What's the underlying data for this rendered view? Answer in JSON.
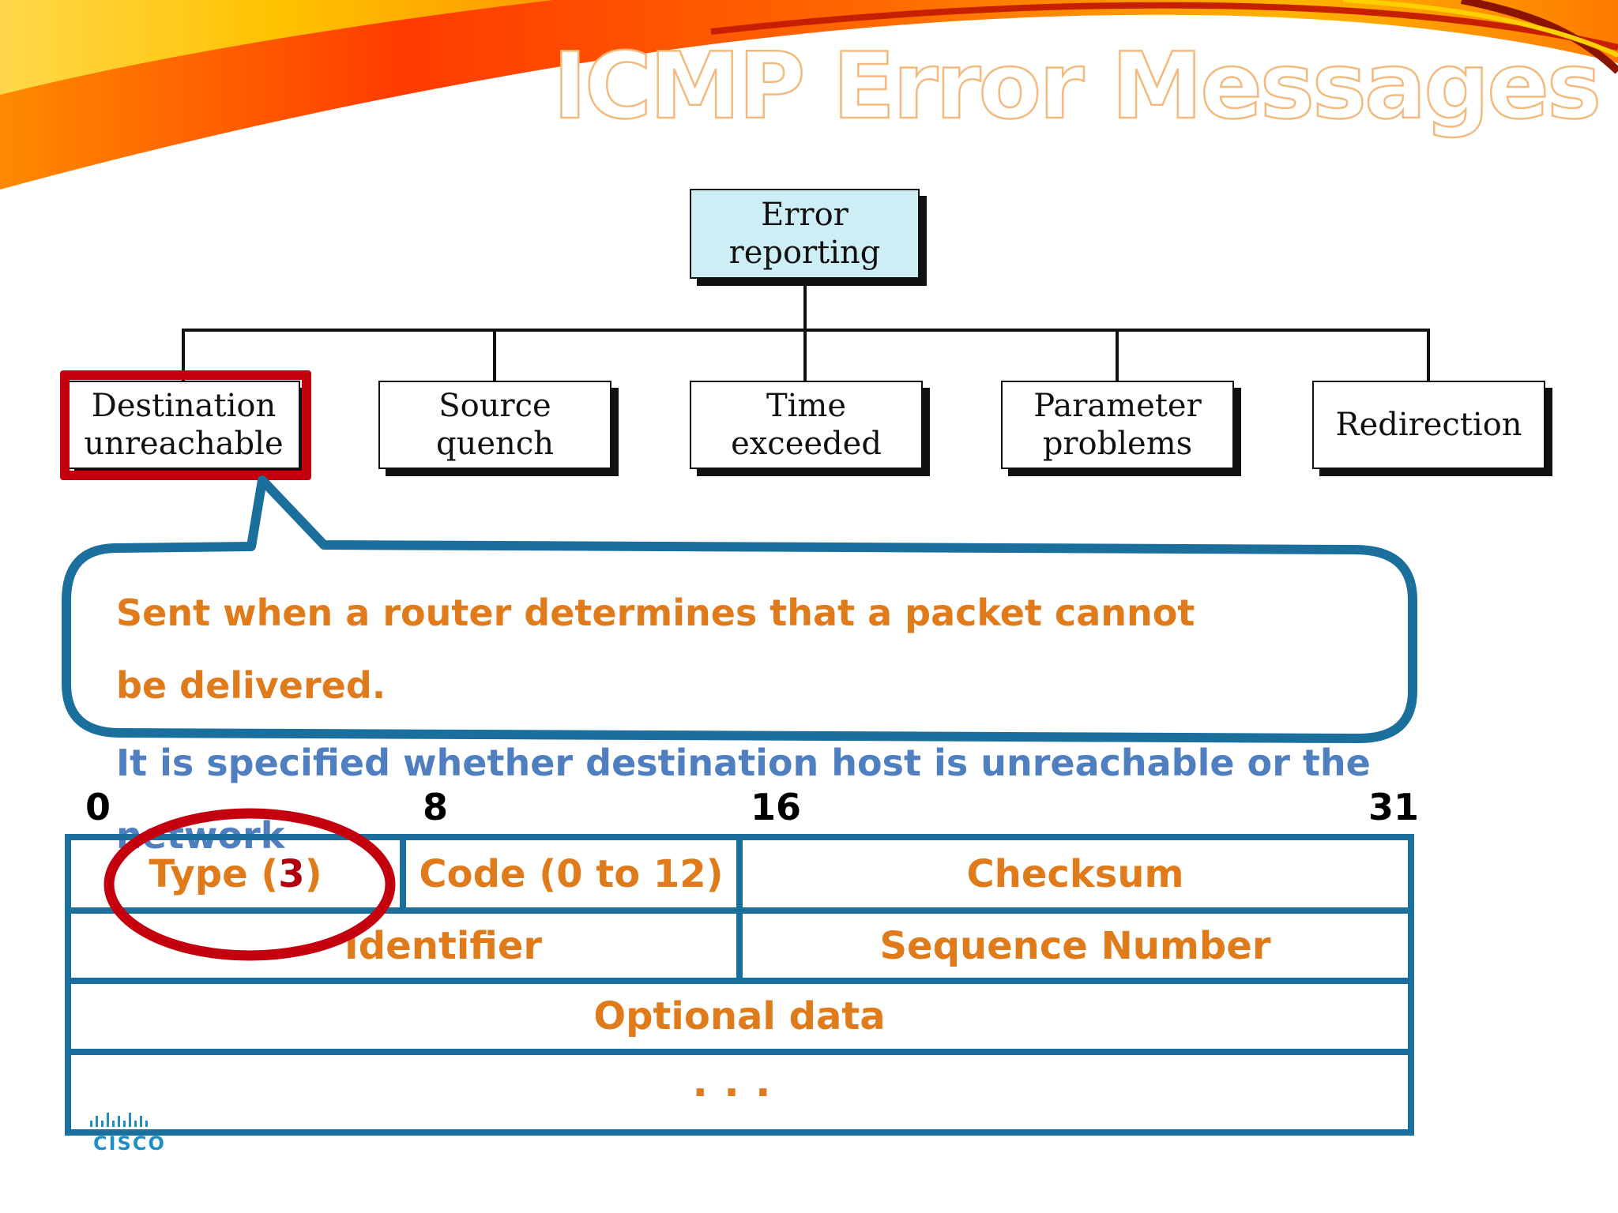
{
  "slide": {
    "title": "ICMP Error Messages"
  },
  "tree": {
    "root": {
      "line1": "Error",
      "line2": "reporting"
    },
    "children": [
      {
        "line1": "Destination",
        "line2": "unreachable"
      },
      {
        "line1": "Source",
        "line2": "quench"
      },
      {
        "line1": "Time",
        "line2": "exceeded"
      },
      {
        "line1": "Parameter",
        "line2": "problems"
      },
      {
        "line1": "Redirection",
        "line2": ""
      }
    ]
  },
  "callout": {
    "text": "Sent when a router determines that a packet cannot be delivered.",
    "overflow_text": "It is specified whether destination host is unreachable or the network"
  },
  "header": {
    "bit_labels": [
      "0",
      "8",
      "16",
      "31"
    ],
    "rows": [
      {
        "type_label": "Type (",
        "type_value": "3",
        "type_close": ")",
        "code": "Code (0 to 12)",
        "checksum": "Checksum"
      },
      {
        "identifier": "Identifier",
        "sequence": "Sequence Number"
      },
      {
        "optional": "Optional data"
      },
      {
        "continuation": "..."
      }
    ]
  },
  "logo": {
    "text": "CISCO"
  },
  "colors": {
    "accent_orange": "#e07b1c",
    "frame_blue": "#1b6f9d",
    "highlight_red": "#c4000f",
    "root_fill": "#cdeef5"
  }
}
